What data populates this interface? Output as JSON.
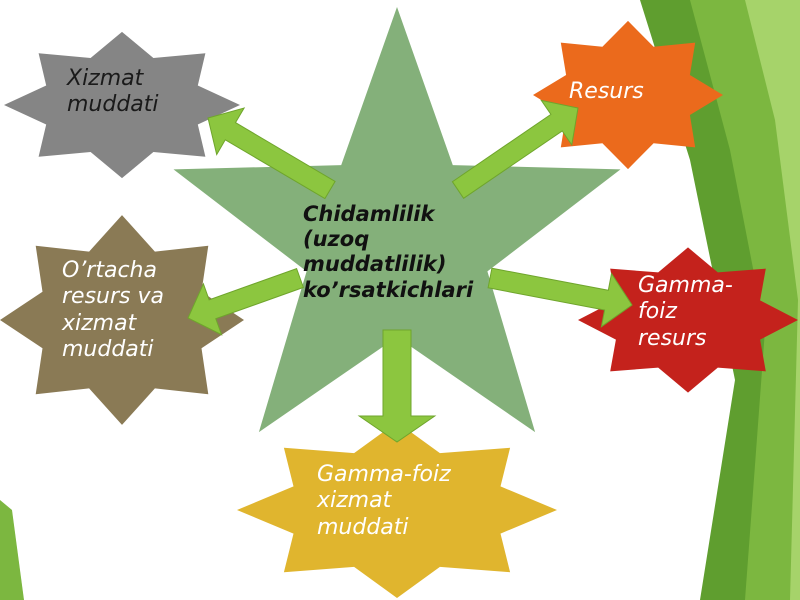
{
  "diagram": {
    "center": {
      "label": "Chidamlilik (uzoq muddatlilik) ko’rsatkichlari",
      "color": "#84b07a"
    },
    "nodes": [
      {
        "id": "xizmat-muddati",
        "label": "Xizmat muddati",
        "color": "#858585"
      },
      {
        "id": "resurs",
        "label": "Resurs",
        "color": "#eb6a1c"
      },
      {
        "id": "ortacha-resurs",
        "label": "O’rtacha resurs va xizmat muddati",
        "color": "#8a7a55"
      },
      {
        "id": "gamma-foiz-resurs",
        "label": "Gamma-foiz resurs",
        "color": "#c4221c"
      },
      {
        "id": "gamma-foiz-xizmat",
        "label": "Gamma-foiz xizmat muddati",
        "color": "#e0b52e"
      }
    ],
    "arrow_color": "#8cc63f",
    "background_accent": "#7cb740"
  }
}
